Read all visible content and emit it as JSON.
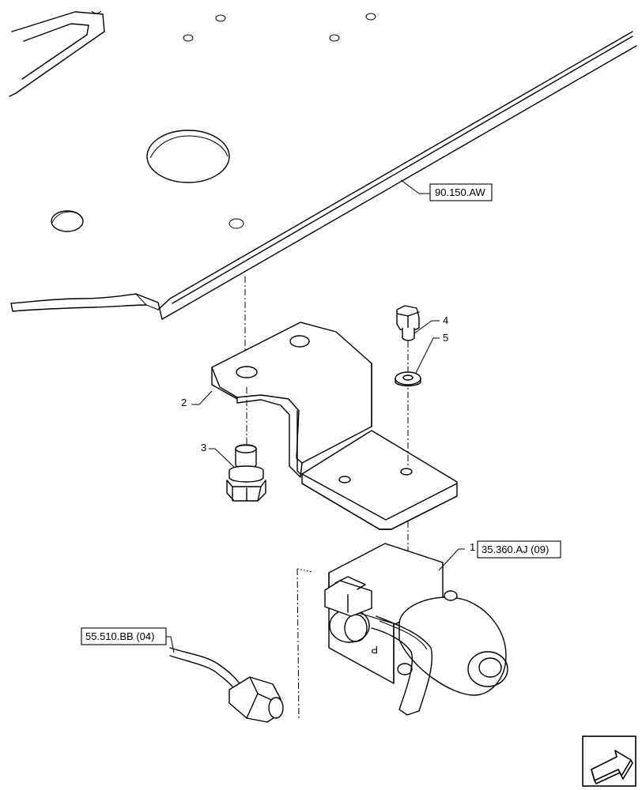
{
  "callouts": [
    {
      "id": "1",
      "label": "1"
    },
    {
      "id": "2",
      "label": "2"
    },
    {
      "id": "3",
      "label": "3"
    },
    {
      "id": "4",
      "label": "4"
    },
    {
      "id": "5",
      "label": "5"
    }
  ],
  "references": {
    "frame_plate": "90.150.AW",
    "solenoid_valve": "35.360.AJ (09)",
    "harness": "55.510.BB (04)"
  },
  "valve_marking": "P",
  "nav_icon": "next-page-arrow-icon"
}
